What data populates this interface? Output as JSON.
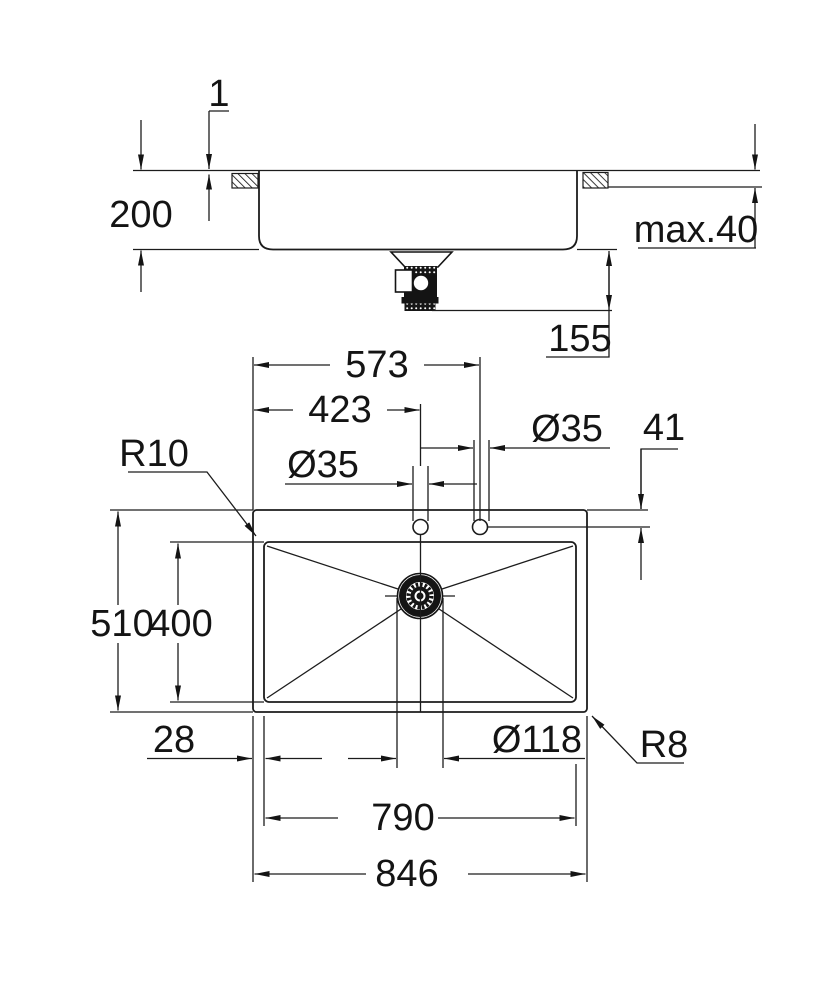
{
  "drawing": {
    "title": "sink installation dimension drawing",
    "units_note": "",
    "colors": {
      "line": "#1c1c1c",
      "background": "#ffffff"
    },
    "section_view": {
      "dims": {
        "rim_height_above_counter": "1",
        "total_depth": "200",
        "counter_thickness_max": "max.40",
        "underside_clearance": "155"
      }
    },
    "plan_view": {
      "dims": {
        "right_hole_from_left_edge": "573",
        "left_hole_from_left_edge": "423",
        "left_hole_diameter": "Ø35",
        "right_hole_diameter": "Ø35",
        "holes_from_front_edge": "41",
        "bowl_corner_radius": "R10",
        "outer_depth": "510",
        "bowl_depth": "400",
        "rim_margin": "28",
        "drain_diameter": "Ø118",
        "outer_corner_radius": "R8",
        "bowl_width": "790",
        "outer_width": "846"
      }
    }
  }
}
